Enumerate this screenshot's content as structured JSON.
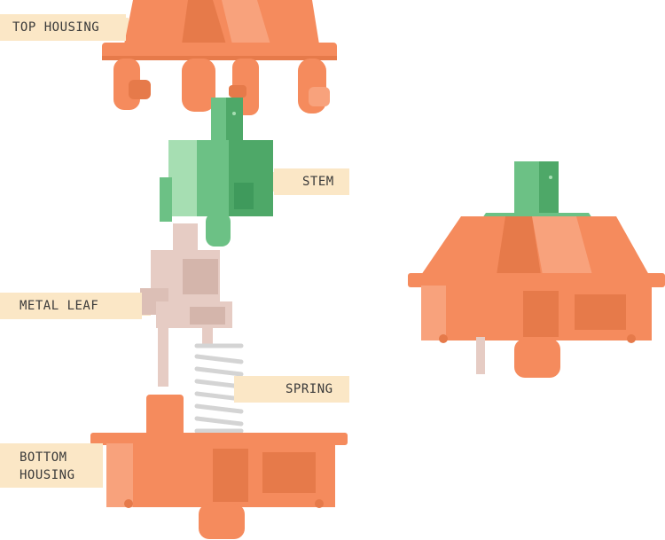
{
  "labels": {
    "top_housing": "TOP HOUSING",
    "stem": "STEM",
    "metal_leaf": "METAL LEAF",
    "spring": "SPRING",
    "bottom_housing": "BOTTOM\nHOUSING"
  },
  "colors": {
    "label_bg": "#fbe7c6",
    "housing": "#f58b5d",
    "housing_dark": "#e67a4a",
    "housing_light": "#f8a27c",
    "stem": "#6cc185",
    "stem_light": "#a6deb2",
    "stem_dark": "#4ea868",
    "leaf": "#e6ccc4",
    "spring": "#d4d4d4"
  }
}
